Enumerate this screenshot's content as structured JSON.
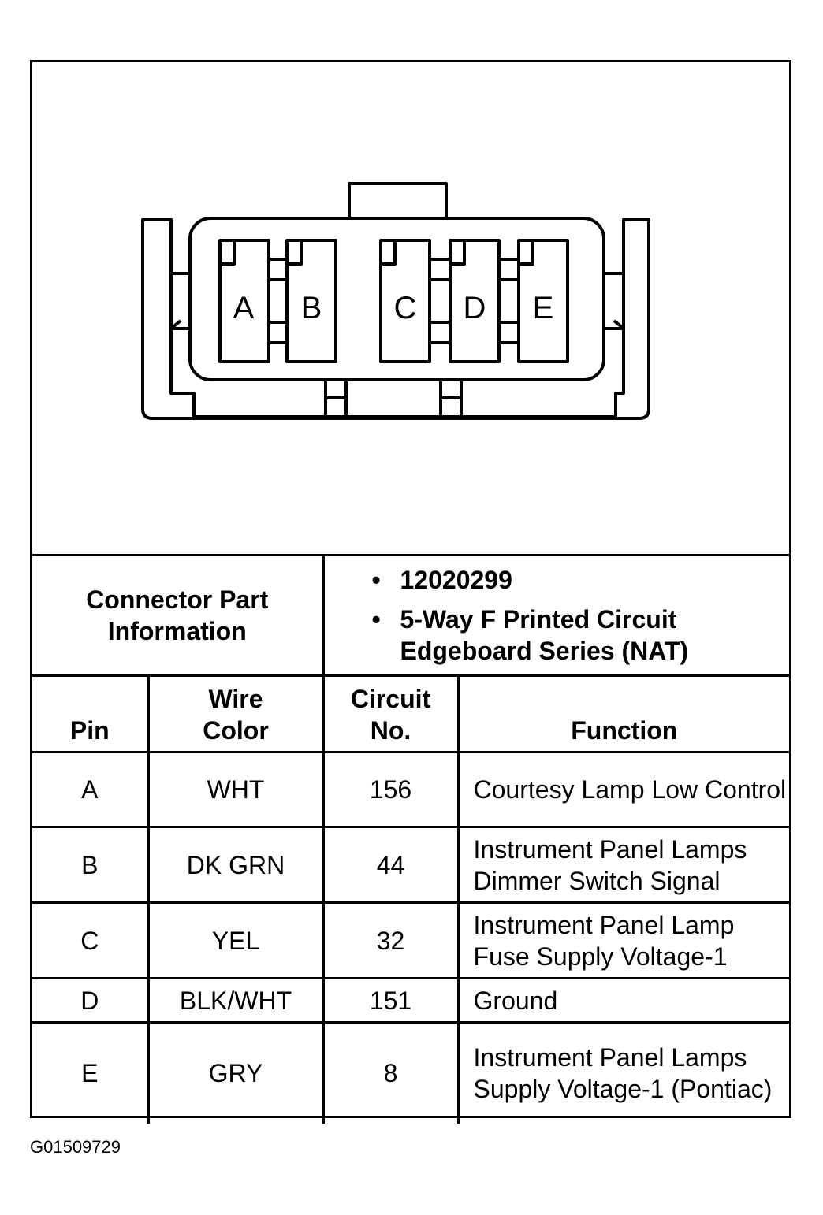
{
  "connector": {
    "pins": [
      "A",
      "B",
      "C",
      "D",
      "E"
    ]
  },
  "part_info": {
    "label_line1": "Connector Part",
    "label_line2": "Information",
    "items": [
      "12020299",
      "5-Way F Printed Circuit Edgeboard Series (NAT)"
    ]
  },
  "table": {
    "headers": {
      "pin": "Pin",
      "wire_color_line1": "Wire",
      "wire_color_line2": "Color",
      "circuit_line1": "Circuit",
      "circuit_line2": "No.",
      "function": "Function"
    },
    "rows": [
      {
        "pin": "A",
        "wire": "WHT",
        "circuit": "156",
        "function": "Courtesy Lamp Low Control"
      },
      {
        "pin": "B",
        "wire": "DK GRN",
        "circuit": "44",
        "function": "Instrument Panel Lamps Dimmer Switch Signal"
      },
      {
        "pin": "C",
        "wire": "YEL",
        "circuit": "32",
        "function": "Instrument Panel Lamp Fuse Supply Voltage-1"
      },
      {
        "pin": "D",
        "wire": "BLK/WHT",
        "circuit": "151",
        "function": "Ground"
      },
      {
        "pin": "E",
        "wire": "GRY",
        "circuit": "8",
        "function": "Instrument Panel Lamps Supply Voltage-1 (Pontiac)"
      }
    ]
  },
  "doc_id": "G01509729"
}
